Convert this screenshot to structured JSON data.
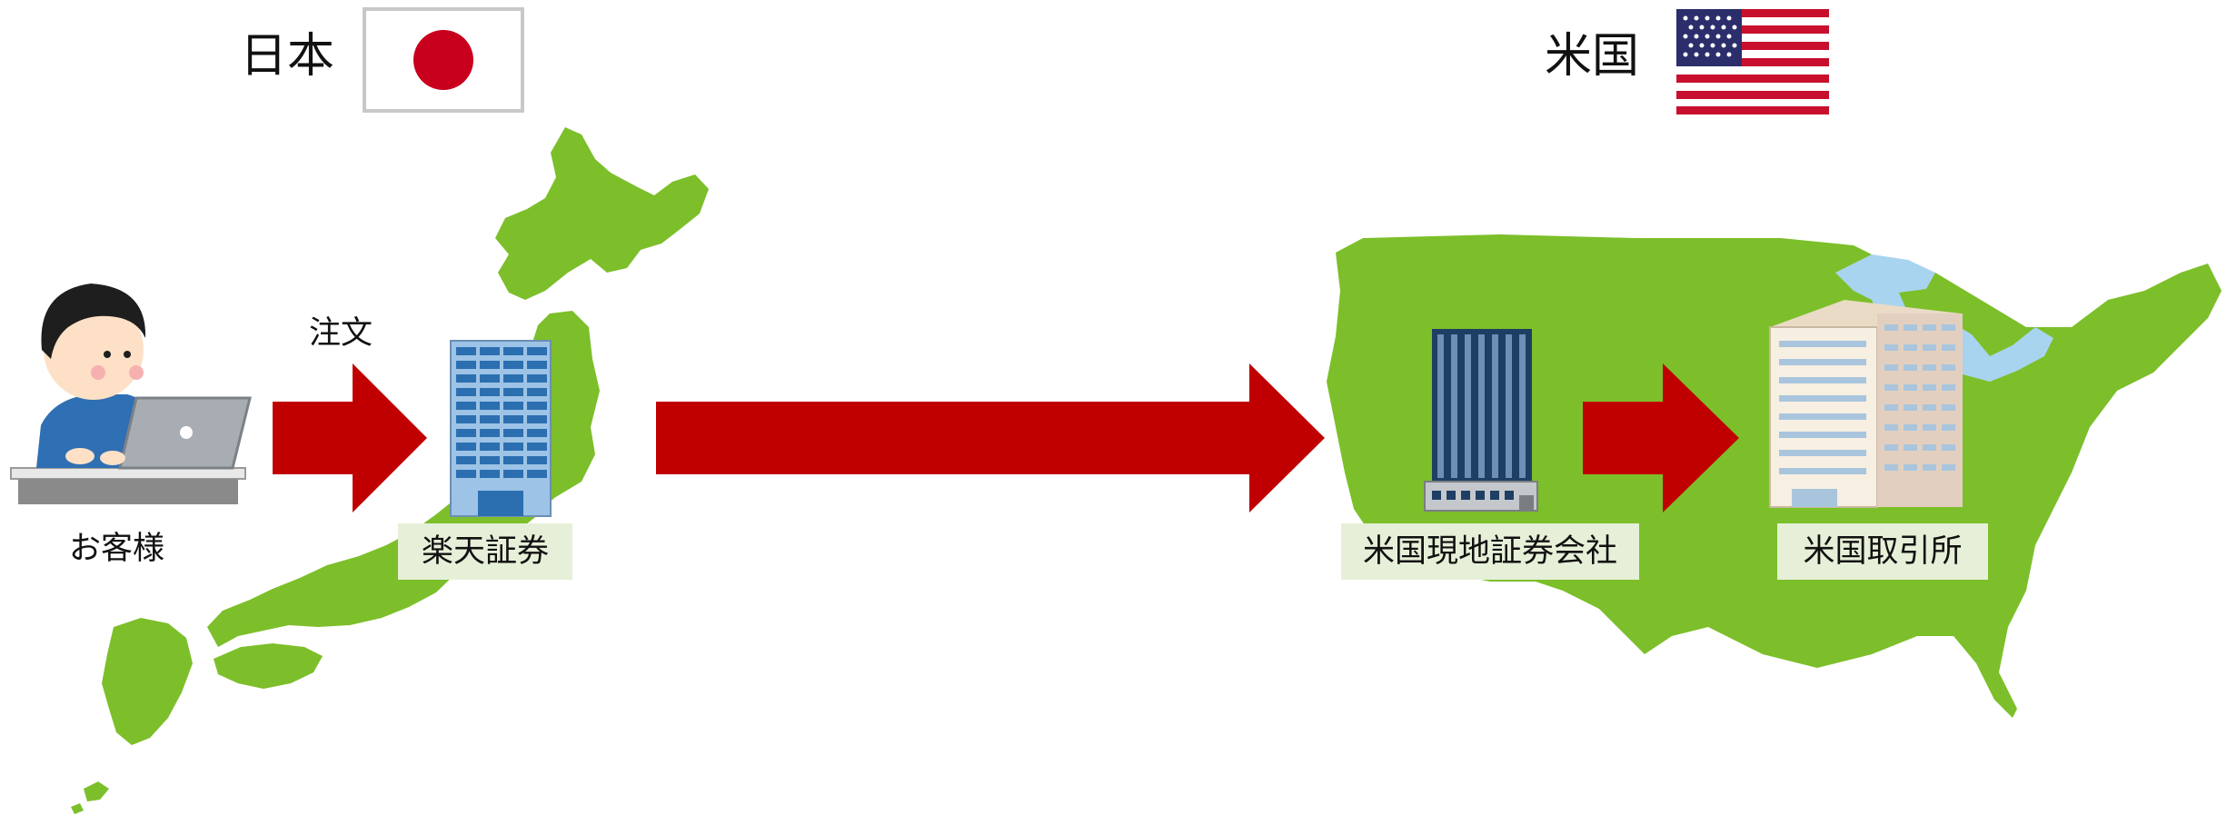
{
  "japan": {
    "title": "日本",
    "flag": {
      "background": "#ffffff",
      "border": "#c8c8c8",
      "sun": "#c8001e"
    },
    "land_color": "#7cbf2a"
  },
  "usa": {
    "title": "米国",
    "flag": {
      "red": "#c8102e",
      "white": "#ffffff",
      "blue": "#2b2e6b"
    },
    "land_color": "#7cbf2a",
    "lakes_color": "#a9d4ef"
  },
  "labels": {
    "customer": "お客様",
    "order": "注文",
    "rakuten": "楽天証券",
    "us_local_broker": "米国現地証券会社",
    "us_exchange": "米国取引所"
  },
  "colors": {
    "arrow": "#c00000",
    "label_box": "#e6f0d8"
  }
}
